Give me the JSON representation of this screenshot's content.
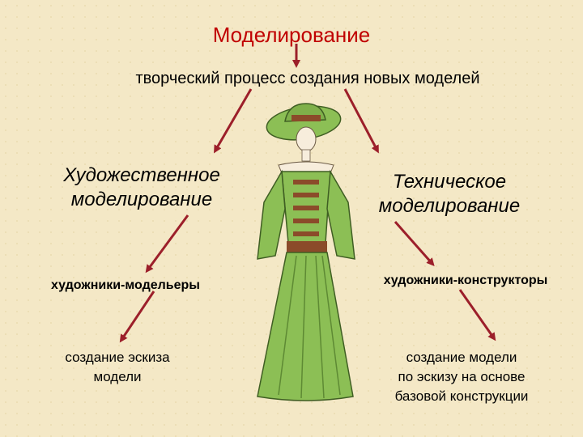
{
  "title": "Моделирование",
  "subtitle": "творческий процесс создания новых моделей",
  "left": {
    "branch_line1": "Художественное",
    "branch_line2": "моделирование",
    "role": "художники-модельеры",
    "task_line1": "создание эскиза",
    "task_line2": "модели"
  },
  "right": {
    "branch_line1": "Техническое",
    "branch_line2": "моделирование",
    "role": "художники-конструкторы",
    "task_line1": "создание модели",
    "task_line2": "по эскизу на основе",
    "task_line3": "базовой конструкции"
  },
  "colors": {
    "title": "#c00000",
    "arrow": "#9c1f2a",
    "background": "#f4e8c6",
    "dress": "#8cbf55"
  },
  "illustration": "fashion-sketch-green-dress"
}
